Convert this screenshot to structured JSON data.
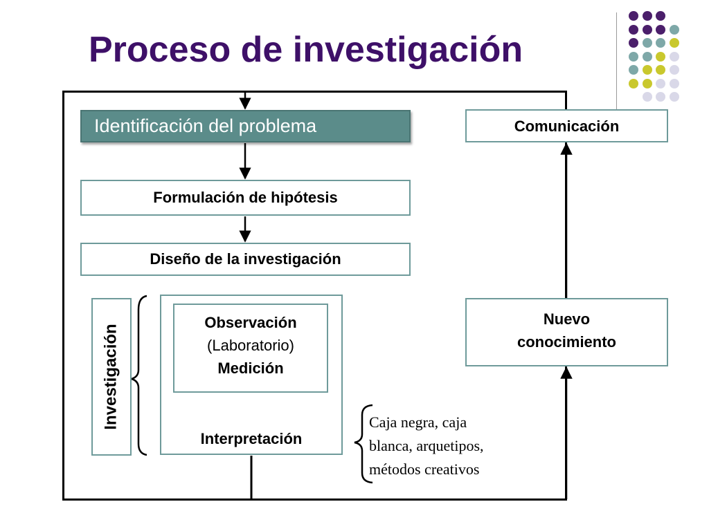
{
  "title": "Proceso de investigación",
  "colors": {
    "title": "#3e1068",
    "purple": "#4b1f6b",
    "teal": "#7ea8a8",
    "yellow": "#c9c82d",
    "lavender": "#d9d8e8",
    "box_border": "#6e9a9a",
    "ident_fill": "#5b8c8a"
  },
  "boxes": {
    "identificacion": "Identificación del problema",
    "formulacion": "Formulación de hipótesis",
    "diseno": "Diseño de la investigación",
    "investigacion": "Investigación",
    "observacion": "Observación",
    "laboratorio": "(Laboratorio)",
    "medicion": "Medición",
    "interpretacion": "Interpretación",
    "comunicacion": "Comunicación",
    "nuevo_line1": "Nuevo",
    "nuevo_line2": "conocimiento"
  },
  "note": {
    "line1": "Caja negra, caja",
    "line2": "blanca, arquetipos,",
    "line3": "métodos creativos"
  },
  "dot_pattern": [
    [
      "purple",
      "purple",
      "purple",
      null
    ],
    [
      "purple",
      "purple",
      "purple",
      "teal"
    ],
    [
      "purple",
      "teal",
      "teal",
      "yellow"
    ],
    [
      "teal",
      "teal",
      "yellow",
      "lavender"
    ],
    [
      "teal",
      "yellow",
      "yellow",
      "lavender"
    ],
    [
      "yellow",
      "yellow",
      "lavender",
      "lavender"
    ],
    [
      null,
      "lavender",
      "lavender",
      "lavender"
    ]
  ]
}
